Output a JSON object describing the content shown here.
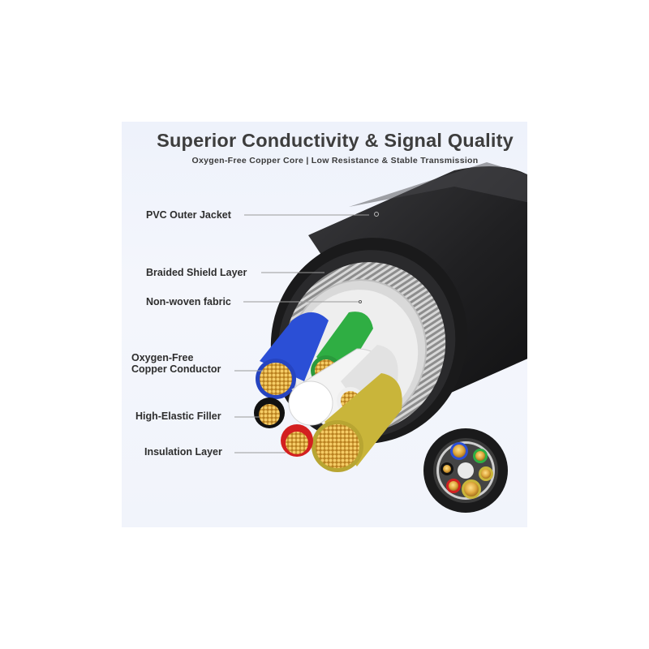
{
  "header": {
    "title": "Superior Conductivity & Signal Quality",
    "subtitle": "Oxygen-Free Copper Core | Low Resistance & Stable Transmission"
  },
  "labels": {
    "jacket": "PVC Outer Jacket",
    "shield": "Braided Shield Layer",
    "fabric": "Non-woven fabric",
    "conductor_line1": "Oxygen-Free",
    "conductor_line2": "Copper Conductor",
    "filler": "High-Elastic Filler",
    "insulation": "Insulation Layer"
  },
  "colors": {
    "background": "#eef2fb",
    "jacket": "#1c1c1e",
    "copper": "#d9a441",
    "wire_blue": "#2b4fd6",
    "wire_green": "#2fae43",
    "wire_white": "#f2f2f2",
    "wire_yellow": "#c9b53a",
    "wire_red": "#d32020",
    "wire_black": "#111111"
  }
}
